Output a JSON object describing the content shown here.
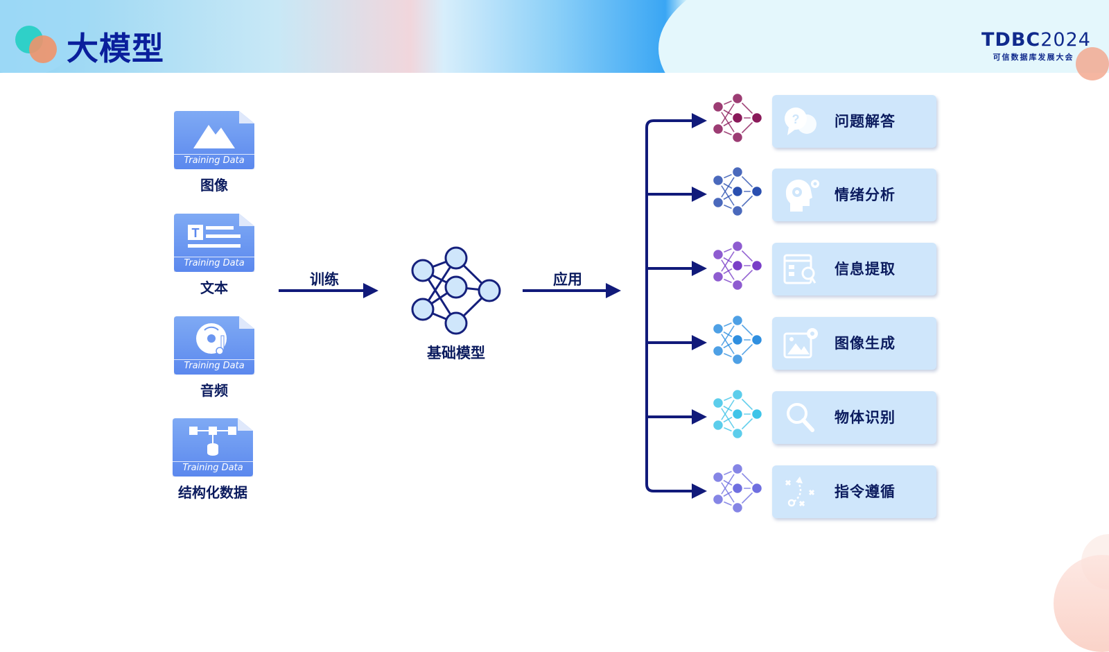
{
  "header": {
    "title": "大模型",
    "brand_main": "TDBC",
    "brand_year": "2024",
    "brand_sub": "可信数据库发展大会"
  },
  "inputs": [
    {
      "label": "图像",
      "caption": "Training Data",
      "icon": "image-icon"
    },
    {
      "label": "文本",
      "caption": "Training Data",
      "icon": "text-document-icon"
    },
    {
      "label": "音频",
      "caption": "Training Data",
      "icon": "music-disc-icon"
    },
    {
      "label": "结构化数据",
      "caption": "Training Data",
      "icon": "data-structure-icon"
    }
  ],
  "edges": {
    "train_label": "训练",
    "apply_label": "应用"
  },
  "model": {
    "label": "基础模型",
    "icon": "neural-network-icon"
  },
  "applications": [
    {
      "label": "问题解答",
      "icon": "question-chat-icon",
      "color": "#8a1a5a"
    },
    {
      "label": "情绪分析",
      "icon": "head-gear-icon",
      "color": "#2a4fb0"
    },
    {
      "label": "信息提取",
      "icon": "document-search-icon",
      "color": "#7a3fc8"
    },
    {
      "label": "图像生成",
      "icon": "image-gear-icon",
      "color": "#2f8fe0"
    },
    {
      "label": "物体识别",
      "icon": "magnifier-icon",
      "color": "#3fc4e8"
    },
    {
      "label": "指令遵循",
      "icon": "strategy-icon",
      "color": "#6f6fe0"
    }
  ],
  "colors": {
    "title": "#0a1f9c",
    "arrow": "#111a7a",
    "card": "#cfe6fb",
    "doc": "#6b96f0"
  }
}
